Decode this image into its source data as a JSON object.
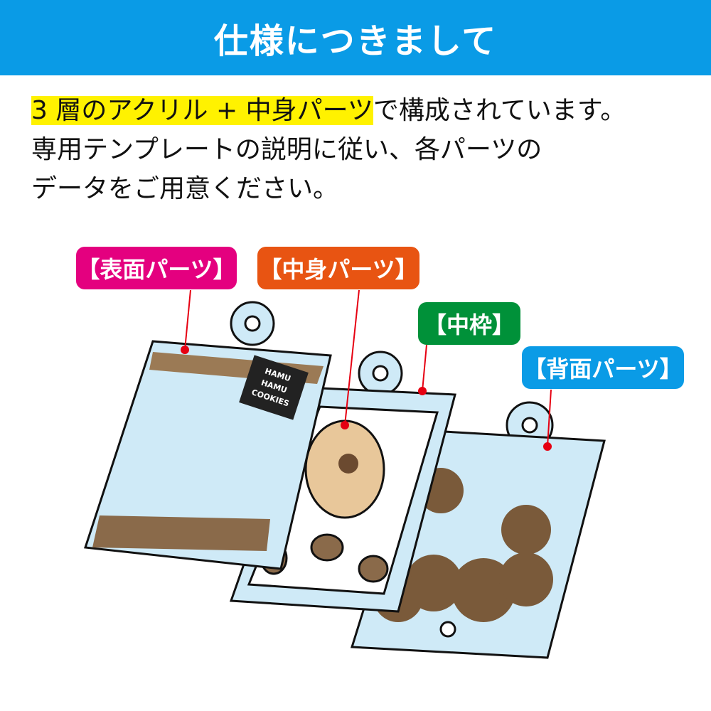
{
  "header": {
    "title": "仕様につきまして"
  },
  "description": {
    "highlight": "3 層のアクリル + 中身パーツ",
    "line1_rest": "で構成されています。",
    "line2": "専用テンプレートの説明に従い、各パーツの",
    "line3": "データをご用意ください。"
  },
  "labels": {
    "front": "【表面パーツ】",
    "contents": "【中身パーツ】",
    "frame": "【中枠】",
    "back": "【背面パーツ】"
  },
  "illustration": {
    "tag_lines": [
      "HAMU",
      "HAMU",
      "COOKIES"
    ]
  },
  "colors": {
    "header": "#0a9be6",
    "highlight": "#fff200",
    "front": "#e4007f",
    "contents": "#e85412",
    "frame": "#009139",
    "back": "#0a9be6"
  }
}
